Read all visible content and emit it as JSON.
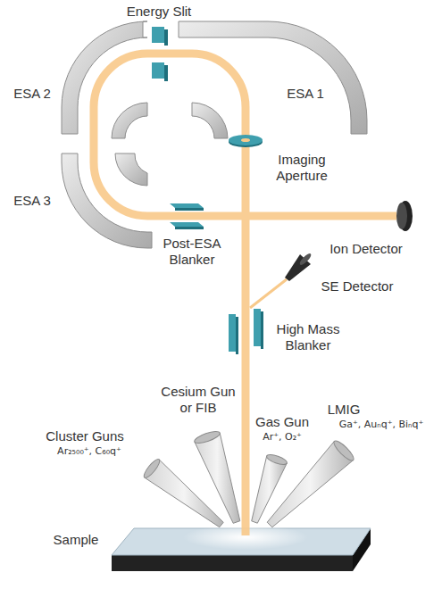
{
  "diagram": {
    "labels": [
      "Energy Slit",
      "ESA 2",
      "ESA 1",
      "Imaging Aperture",
      "ESA 3",
      "Post-ESA Blanker",
      "Ion Detector",
      "SE Detector",
      "High Mass Blanker",
      "Cesium Gun or FIB",
      "Gas Gun",
      "Ar⁺, O₂⁺",
      "LMIG",
      "Ga⁺, Auₙq⁺, Biₙq⁺",
      "Cluster Guns",
      "Ar₂₅₀₀⁺, C₆₀q⁺",
      "Sample"
    ]
  }
}
